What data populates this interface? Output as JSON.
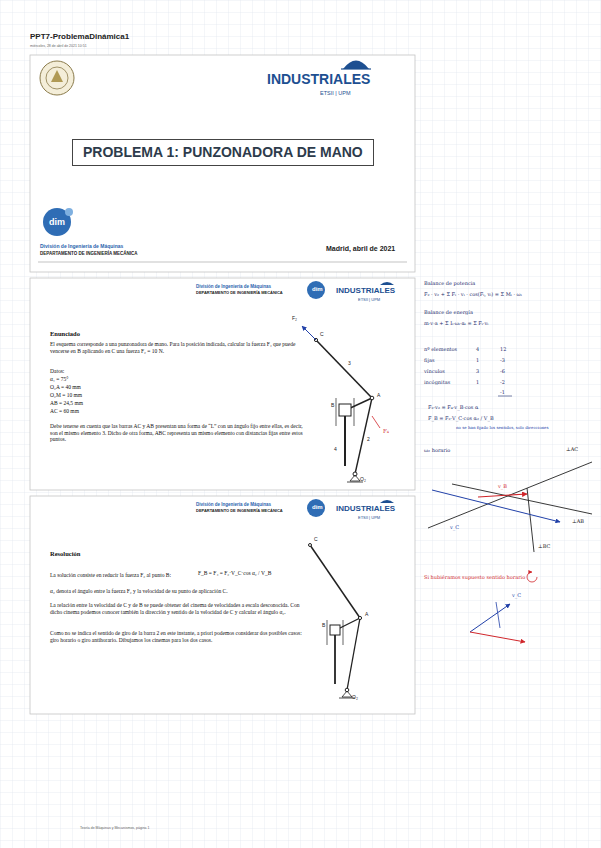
{
  "diagram": {
    "title": "PPT7-ProblemaDinámica1",
    "nodes": [
      {
        "text": [
          "INDUSTRIALES",
          "ETSII | UPM",
          "dim",
          "División de Ingeniería de Máquinas",
          "DEPARTAMENTO DE INGENIERÍA MECÁNICA",
          "Madrid, abril de 2021"
        ]
      },
      {
        "text": [
          "PROBLEMA 1: PUNZONADORA DE MANO"
        ],
        "in": 0
      },
      {
        "text": [
          "División de Ingeniería de Máquinas",
          "DEPARTAMENTO DE INGENIERÍA MECÁNICA",
          "dim",
          "INDUSTRIALES",
          "ETSII | UPM",
          "Enunciado",
          "El esquema corresponde a una punzonadora de mano. Para la posición indicada, calcular la fuerza F₄ que puede vencerse en B aplicando en C una fuerza F₂ = 10 N.",
          "Datos:",
          "α₁ = 75°",
          "O₂A = 40 mm",
          "O₂M = 10 mm",
          "AB = 24,5 mm",
          "AC = 60 mm",
          "Debe tenerse en cuenta que las barras AC y AB presentan una forma de “L” con un ángulo fijo entre ellas, es decir, son el mismo elemento 3. Dicho de otra forma, ABC representa un mismo elemento con distancias fijas entre estos puntos."
        ]
      },
      {
        "text": [
          "División de Ingeniería de Máquinas",
          "DEPARTAMENTO DE INGENIERÍA MECÁNICA",
          "dim",
          "INDUSTRIALES",
          "ETSII | UPM",
          "Resolución",
          "La solución consiste en reducir la fuerza F₂ al punto B:",
          "F_B = F₄ = F₂·V_C·cos α₂ / V_B",
          "α₂ denota el ángulo entre la fuerza F₂ y la velocidad de su punto de aplicación C.",
          "La relación entre la velocidad de C y de B se puede obtener del cinema de velocidades a escala desconocida. Con dicho cinema podemos conocer también la dirección y sentido de la velocidad de C y calcular el ángulo α₂.",
          "Como no se indica el sentido de giro de la barra 2 en este instante, a priori podemos considerar dos posibles casos: giro horario o giro antihorario. Dibujamos los cinemas para los dos casos."
        ]
      }
    ],
    "labels": [
      "miércoles, 28 de abril de 2021 10:51",
      "F₂",
      "C",
      "A",
      "B",
      "O₂",
      "2",
      "3",
      "4",
      "F₄",
      "C",
      "A",
      "B",
      "O₂",
      "Balance de potencia",
      "F₂ · v₂ + Σ Fᵢ · vᵢ · cos(Fᵢ, vᵢ) = Σ Mᵢ · ωᵢ",
      "Balance de energía",
      "m·v·a + Σ Iᵢ·ωᵢ·αᵢ = Σ Fᵢ·vᵢ",
      "nº elementos",
      "4",
      "12",
      "fijas",
      "1",
      "-3",
      "vínculos",
      "3",
      "-6",
      "incógnitas",
      "1",
      "-2",
      "-1",
      "F₂·v₂ = F₄·v_B·cos α",
      "F_B = F₂·V_C·cos α₂ / V_B",
      "no se han fijado los sentidos, solo direcciones",
      "ω₂ horario",
      "⊥AC",
      "⊥AB",
      "⊥BC",
      "v_C",
      "v_B",
      "Si hubiéramos supuesto sentido horario",
      "v_C",
      "Teoría de Máquinas y Mecanismos, página 1"
    ]
  }
}
